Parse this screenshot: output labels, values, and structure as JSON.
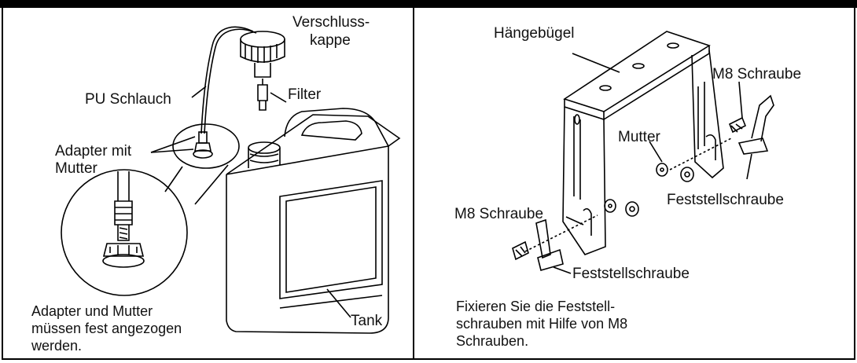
{
  "left_panel": {
    "labels": {
      "verschluss_1": "Verschluss-",
      "verschluss_2": "kappe",
      "filter": "Filter",
      "pu_schlauch": "PU Schlauch",
      "adapter_1": "Adapter mit",
      "adapter_2": "Mutter",
      "tank": "Tank"
    },
    "note": [
      "Adapter und Mutter",
      "müssen fest angezogen",
      "werden."
    ]
  },
  "right_panel": {
    "labels": {
      "haengebuegel": "Hängebügel",
      "m8_top": "M8  Schraube",
      "mutter": "Mutter",
      "feststell_right": "Feststellschraube",
      "m8_left": "M8  Schraube",
      "feststell_bottom": "Feststellschraube"
    },
    "note": [
      "Fixieren Sie die Feststell-",
      "schrauben mit Hilfe von M8",
      "Schrauben."
    ]
  },
  "colors": {
    "line": "#000000",
    "frame": "#000000",
    "background": "#ffffff"
  }
}
